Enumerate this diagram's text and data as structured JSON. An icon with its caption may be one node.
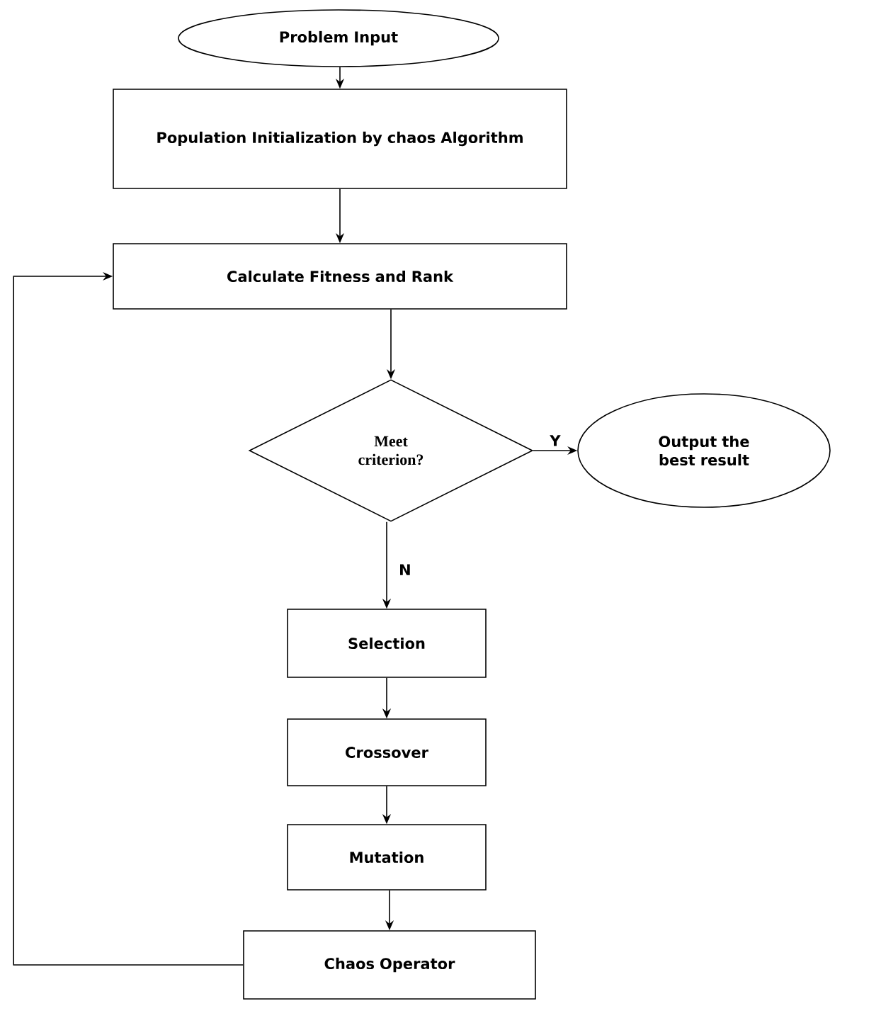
{
  "diagram": {
    "nodes": [
      {
        "text": [
          "Problem Input"
        ]
      },
      {
        "text": [
          "Population Initialization by chaos Algorithm"
        ]
      },
      {
        "text": [
          "Calculate Fitness and Rank"
        ]
      },
      {
        "text": [
          "Meet criterion?"
        ]
      },
      {
        "text": [
          "Output the best result"
        ]
      },
      {
        "text": [
          "Selection"
        ]
      },
      {
        "text": [
          "Crossover"
        ]
      },
      {
        "text": [
          "Mutation"
        ]
      },
      {
        "text": [
          "Chaos Operator"
        ]
      }
    ],
    "edges": [
      {
        "from": 0,
        "to": 1,
        "arrow": "to"
      },
      {
        "from": 1,
        "to": 2,
        "arrow": "to"
      },
      {
        "from": 2,
        "to": 3,
        "arrow": "to"
      },
      {
        "from": 3,
        "to": 4,
        "arrow": "to",
        "label": "Y"
      },
      {
        "from": 3,
        "to": 5,
        "arrow": "to",
        "label": "N"
      },
      {
        "from": 5,
        "to": 6,
        "arrow": "to"
      },
      {
        "from": 6,
        "to": 7,
        "arrow": "to"
      },
      {
        "from": 7,
        "to": 8,
        "arrow": "to"
      },
      {
        "from": 8,
        "to": 2,
        "arrow": "to"
      }
    ]
  }
}
